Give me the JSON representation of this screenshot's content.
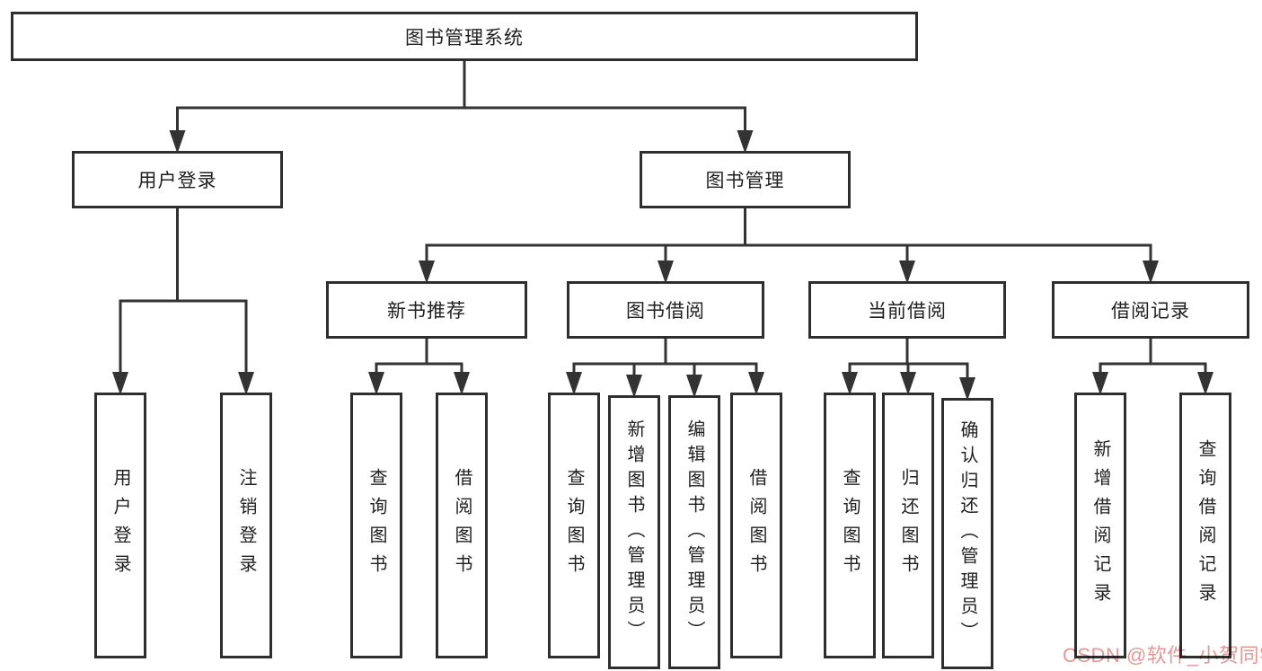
{
  "tree": {
    "label": "图书管理系统",
    "children": [
      {
        "label": "用户登录",
        "children": [
          {
            "label": "用户登录"
          },
          {
            "label": "注销登录"
          }
        ]
      },
      {
        "label": "图书管理",
        "children": [
          {
            "label": "新书推荐",
            "children": [
              {
                "label": "查询图书"
              },
              {
                "label": "借阅图书"
              }
            ]
          },
          {
            "label": "图书借阅",
            "children": [
              {
                "label": "查询图书"
              },
              {
                "label": "新增图书（管理员）"
              },
              {
                "label": "编辑图书（管理员）"
              },
              {
                "label": "借阅图书"
              }
            ]
          },
          {
            "label": "当前借阅",
            "children": [
              {
                "label": "查询图书"
              },
              {
                "label": "归还图书"
              },
              {
                "label": "确认归还（管理员）"
              }
            ]
          },
          {
            "label": "借阅记录",
            "children": [
              {
                "label": "新增借阅记录"
              },
              {
                "label": "查询借阅记录"
              }
            ]
          }
        ]
      }
    ]
  },
  "watermark": {
    "text": "CSDN @软件_小贺同学"
  },
  "colors": {
    "line": "#333333",
    "box_border": "#2e2e2e",
    "text": "#1f1f1f",
    "watermark_pink": "#e59795",
    "background": "#ffffff"
  }
}
